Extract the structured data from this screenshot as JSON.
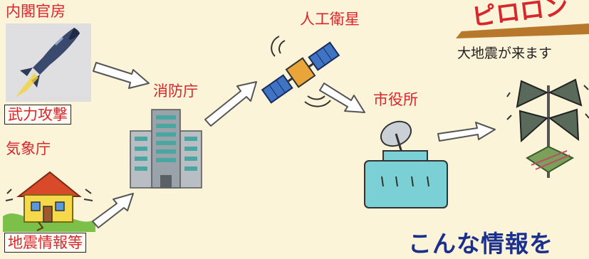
{
  "labels": {
    "cabinet": "内閣官房",
    "armed_attack": "武力攻撃",
    "jma": "気象庁",
    "quake_info": "地震情報等",
    "fdma": "消防庁",
    "satellite": "人工衛星",
    "city_hall": "市役所"
  },
  "banner": {
    "chime": "ピロロン",
    "subtitle": "大地震が来ます"
  },
  "footer": {
    "title": "こんな情報を"
  },
  "colors": {
    "label_red": "#d8262d",
    "footer_blue": "#1b2f8c",
    "banner_red": "#d8262d",
    "background": "#fbf4d9"
  }
}
